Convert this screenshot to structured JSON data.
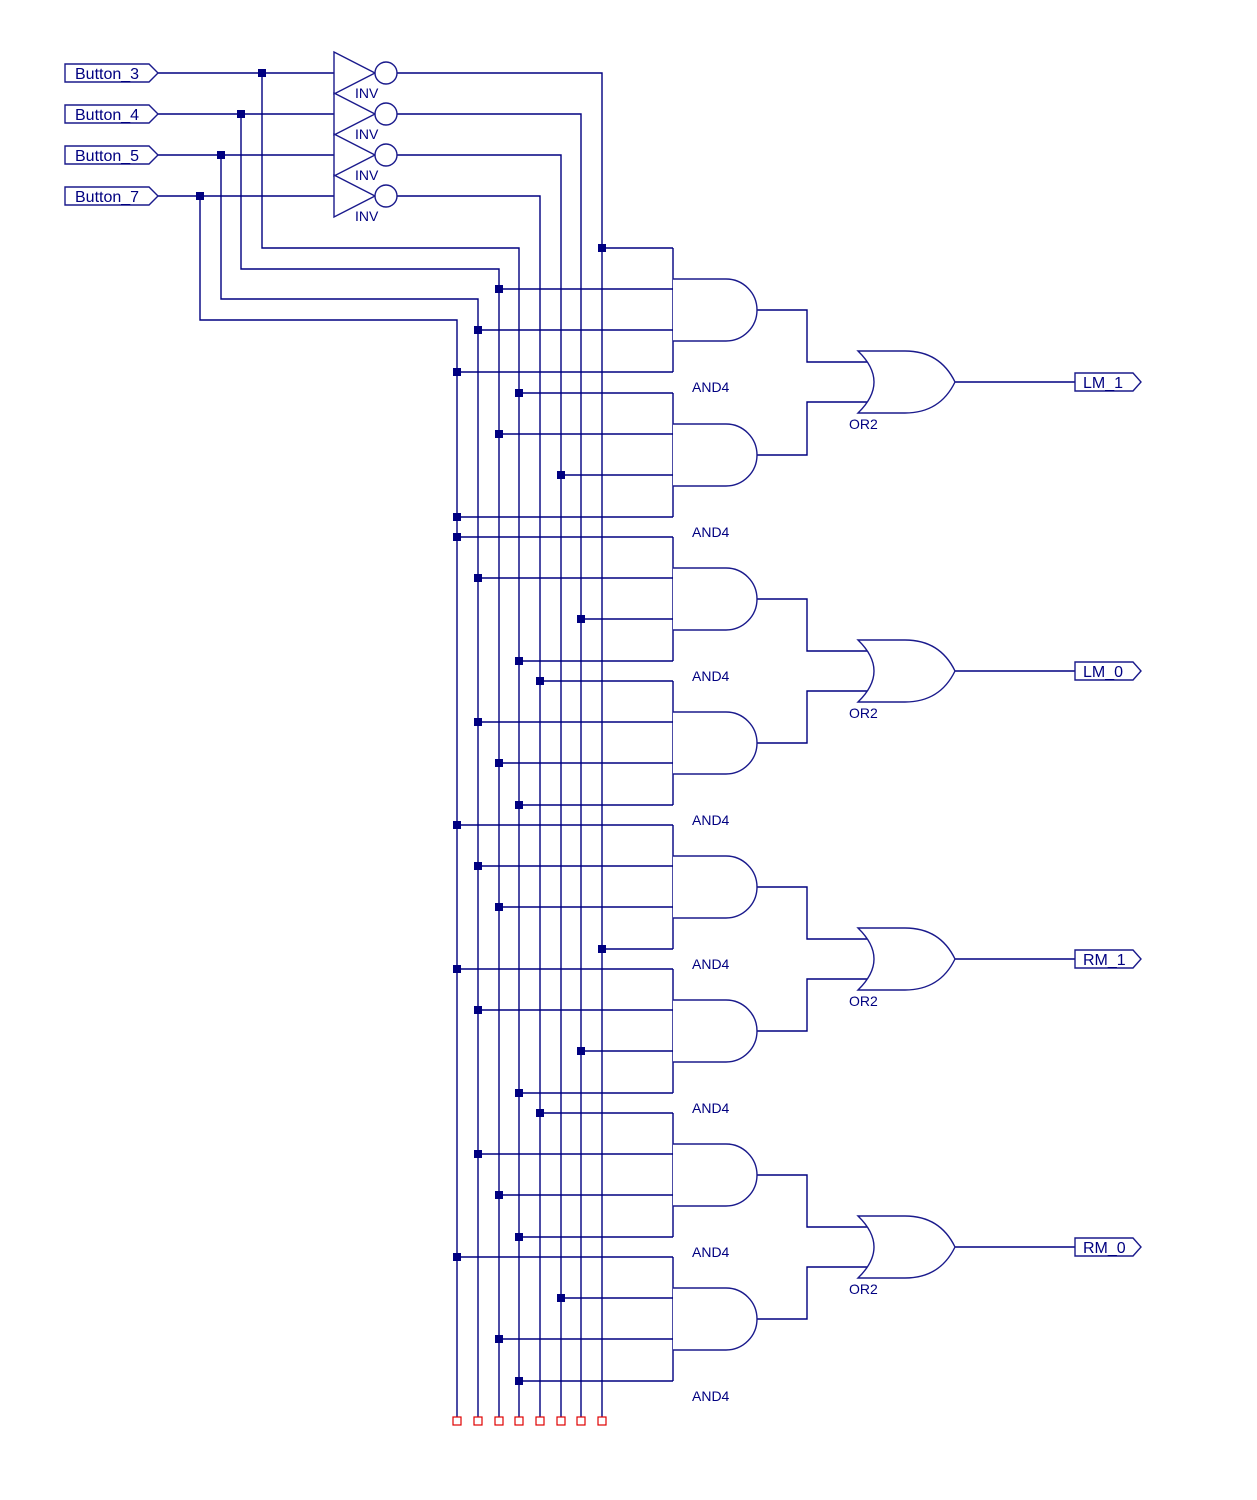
{
  "diagram": {
    "type": "logic-schematic",
    "colors": {
      "wire": "#000080",
      "gate_outline": "#1a1a8c",
      "junction": "#000080",
      "unconnected_terminal": "#e00000",
      "background": "#ffffff"
    },
    "inputs": [
      {
        "id": "b3",
        "label": "Button_3"
      },
      {
        "id": "b4",
        "label": "Button_4"
      },
      {
        "id": "b5",
        "label": "Button_5"
      },
      {
        "id": "b7",
        "label": "Button_7"
      }
    ],
    "inverters": [
      {
        "id": "inv3",
        "input": "b3",
        "label": "INV"
      },
      {
        "id": "inv4",
        "input": "b4",
        "label": "INV"
      },
      {
        "id": "inv5",
        "input": "b5",
        "label": "INV"
      },
      {
        "id": "inv7",
        "input": "b7",
        "label": "INV"
      }
    ],
    "bus_signals": [
      "b7",
      "b5",
      "b4",
      "b3",
      "~b7",
      "~b5",
      "~b4",
      "~b3"
    ],
    "and_gates": [
      {
        "id": "and1",
        "label": "AND4",
        "inputs": [
          "~b3",
          "b4",
          "b5",
          "b7"
        ]
      },
      {
        "id": "and2",
        "label": "AND4",
        "inputs": [
          "b3",
          "b4",
          "~b5",
          "b7"
        ]
      },
      {
        "id": "and3",
        "label": "AND4",
        "inputs": [
          "b7",
          "b5",
          "~b4",
          "b3"
        ]
      },
      {
        "id": "and4",
        "label": "AND4",
        "inputs": [
          "~b7",
          "b5",
          "b4",
          "b3"
        ]
      },
      {
        "id": "and5",
        "label": "AND4",
        "inputs": [
          "b7",
          "b5",
          "b4",
          "~b3"
        ]
      },
      {
        "id": "and6",
        "label": "AND4",
        "inputs": [
          "b7",
          "b5",
          "~b4",
          "b3"
        ]
      },
      {
        "id": "and7",
        "label": "AND4",
        "inputs": [
          "~b7",
          "b5",
          "b4",
          "b3"
        ]
      },
      {
        "id": "and8",
        "label": "AND4",
        "inputs": [
          "b7",
          "~b5",
          "b4",
          "b3"
        ]
      }
    ],
    "or_gates": [
      {
        "id": "or1",
        "label": "OR2",
        "inputs": [
          "and1",
          "and2"
        ],
        "output": "LM_1"
      },
      {
        "id": "or2",
        "label": "OR2",
        "inputs": [
          "and3",
          "and4"
        ],
        "output": "LM_0"
      },
      {
        "id": "or3",
        "label": "OR2",
        "inputs": [
          "and5",
          "and6"
        ],
        "output": "RM_1"
      },
      {
        "id": "or4",
        "label": "OR2",
        "inputs": [
          "and7",
          "and8"
        ],
        "output": "RM_0"
      }
    ],
    "outputs": [
      {
        "id": "lm1",
        "label": "LM_1"
      },
      {
        "id": "lm0",
        "label": "LM_0"
      },
      {
        "id": "rm1",
        "label": "RM_1"
      },
      {
        "id": "rm0",
        "label": "RM_0"
      }
    ]
  }
}
